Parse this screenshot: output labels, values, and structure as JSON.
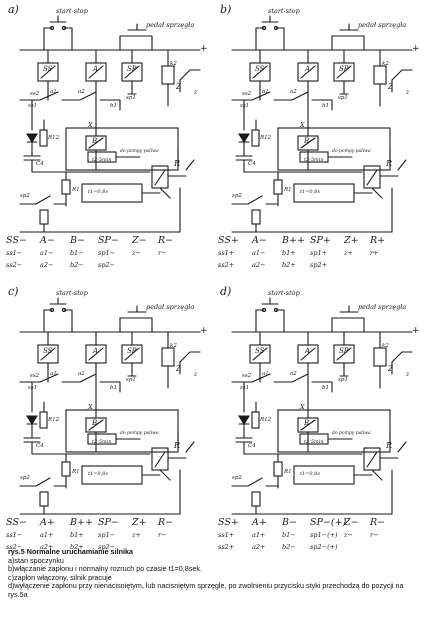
{
  "labels": {
    "start_stop": "start-stop",
    "pedal": "pedał sprzęgła",
    "plus": "+",
    "relay_ss": "SS",
    "relay_a": "A",
    "relay_sp": "SP",
    "relay_b": "B",
    "relay_r": "R",
    "relay_z": "Z",
    "sw_ss1": "ss1",
    "sw_ss2": "ss2",
    "sw_a1": "a1",
    "sw_a2": "a2",
    "sw_b1": "b1",
    "sw_b2": "b2",
    "sw_sp1": "sp1",
    "sw_sp2": "sp2",
    "node_x": "X",
    "cap_c4": "C4",
    "res_r12": "R12",
    "res_r1": "R1",
    "timer": "t2-5min",
    "timer_note": "do pompy paliwa",
    "timer2": "t1=0,8s",
    "k2": "k2",
    "z": "z"
  },
  "panels": [
    {
      "letter": "a)",
      "states": [
        [
          "SS−",
          "A−",
          "B−",
          "SP−",
          "Z−",
          "R−"
        ],
        [
          "ss1−",
          "a1−",
          "b1−",
          "sp1−",
          "z−",
          "r−"
        ],
        [
          "ss2−",
          "a2−",
          "b2−",
          "sp2−",
          "",
          ""
        ]
      ]
    },
    {
      "letter": "b)",
      "states": [
        [
          "SS+",
          "A−",
          "B++",
          "SP+",
          "Z+",
          "R+"
        ],
        [
          "ss1+",
          "a1−",
          "b1+",
          "sp1+",
          "z+",
          "r+"
        ],
        [
          "ss2+",
          "a2−",
          "b2+",
          "sp2+",
          "",
          ""
        ]
      ]
    },
    {
      "letter": "c)",
      "states": [
        [
          "SS−",
          "A+",
          "B++",
          "SP−",
          "Z+",
          "R−"
        ],
        [
          "ss1−",
          "a1+",
          "b1+",
          "sp1−",
          "z+",
          "r−"
        ],
        [
          "ss2−",
          "a2+",
          "b2+",
          "sp2−",
          "",
          ""
        ]
      ]
    },
    {
      "letter": "d)",
      "states": [
        [
          "SS+",
          "A+",
          "B−",
          "SP−(+)",
          "Z−",
          "R−"
        ],
        [
          "ss1+",
          "a1+",
          "b1−",
          "sp1−(+)",
          "z−",
          "r−"
        ],
        [
          "ss2+",
          "a2+",
          "b2−",
          "sp2−(+)",
          "",
          ""
        ]
      ]
    }
  ],
  "caption": {
    "title": "rys.5 Normalne uruchamianie silnika",
    "items": [
      "a)stan spoczynku",
      "b)włączanie zapłonu i normalny rozruch po czasie t1=0,8sek.",
      "c)zapłon włączony, silnik pracuje",
      "d)wyłączenie zapłonu przy nienacisniętym, lub nacisniętym sprzęgle, po zwolnieniu przycisku styki przechodzą do pozycji na rys.5a"
    ]
  }
}
